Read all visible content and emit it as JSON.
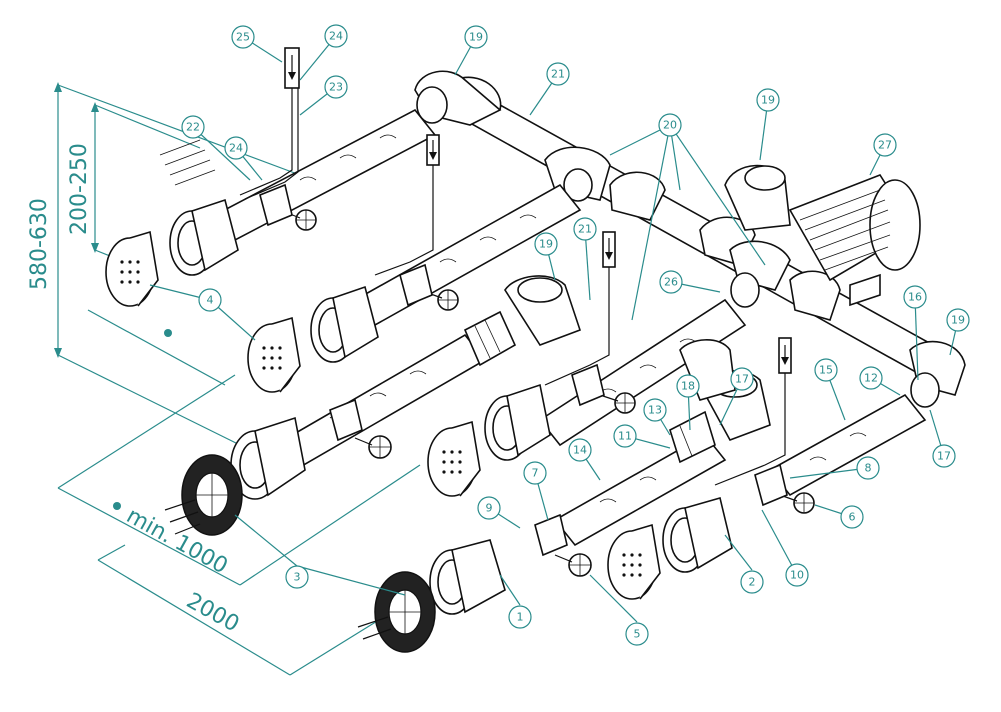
{
  "callouts": [
    "1",
    "2",
    "3",
    "4",
    "5",
    "6",
    "7",
    "8",
    "9",
    "10",
    "11",
    "12",
    "13",
    "14",
    "15",
    "16",
    "17",
    "18",
    "19",
    "20",
    "21",
    "22",
    "23",
    "24",
    "25",
    "26",
    "27"
  ],
  "dimensions": {
    "height_total": "580-630",
    "height_nozzle": "200-250",
    "min_spacing": "min. 1000",
    "overall": "2000"
  },
  "colors": {
    "annotation": "#2a8c8c",
    "line": "#111111"
  }
}
